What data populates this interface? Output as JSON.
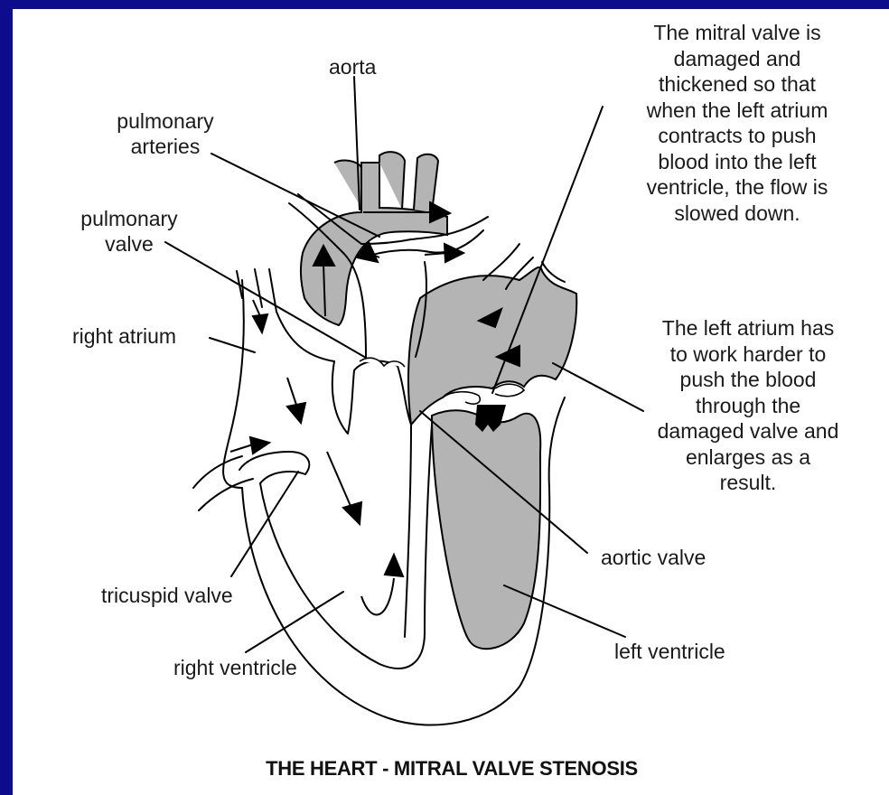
{
  "title": "THE HEART - MITRAL VALVE STENOSIS",
  "labels": {
    "aorta": "aorta",
    "pulmonary_arteries": [
      "pulmonary",
      "arteries"
    ],
    "pulmonary_valve": [
      "pulmonary",
      "valve"
    ],
    "right_atrium": "right atrium",
    "tricuspid_valve": "tricuspid valve",
    "right_ventricle": "right ventricle",
    "aortic_valve": "aortic valve",
    "left_ventricle": "left ventricle"
  },
  "notes": {
    "mitral": [
      "The mitral valve is",
      "damaged and",
      "thickened so that",
      "when the left atrium",
      "contracts to push",
      "blood into the left",
      "ventricle, the flow is",
      "slowed down."
    ],
    "left_atrium": [
      "The left atrium has",
      "to work harder to",
      "push the blood",
      "through the",
      "damaged valve and",
      "enlarges as a",
      "result."
    ]
  },
  "colors": {
    "background": "#0c0c8c",
    "panel": "#ffffff",
    "chamber_shade": "#b4b4b4",
    "ink": "#000000"
  }
}
